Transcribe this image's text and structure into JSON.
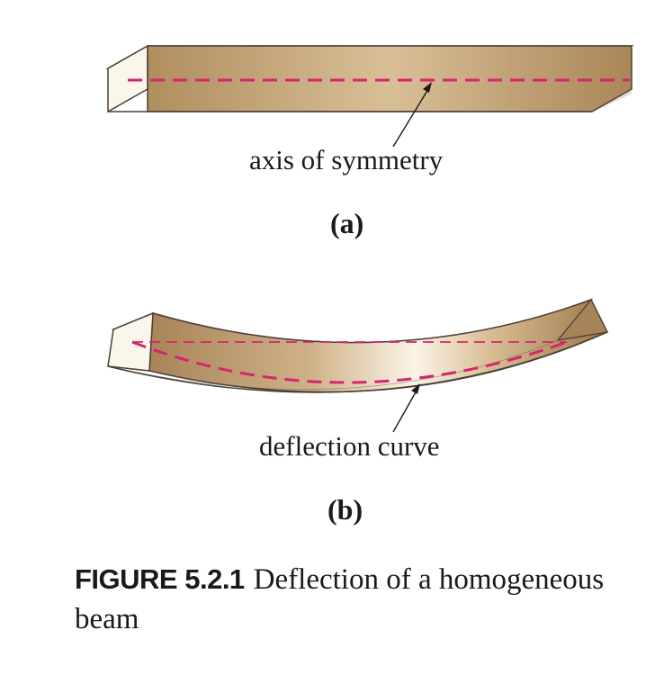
{
  "panel_a": {
    "annotation": "axis of symmetry",
    "label": "(a)"
  },
  "panel_b": {
    "annotation": "deflection curve",
    "label": "(b)"
  },
  "caption": {
    "figure_number": "FIGURE 5.2.1",
    "text": "Deflection of a homogeneous beam"
  },
  "colors": {
    "beam_light": "#f3e6cf",
    "beam_mid": "#d2b287",
    "beam_dark": "#9c7a4c",
    "beam_front": "#fbf6ec",
    "outline": "#4a4036",
    "dashed_line": "#d6246e",
    "text": "#1a1a1a"
  }
}
